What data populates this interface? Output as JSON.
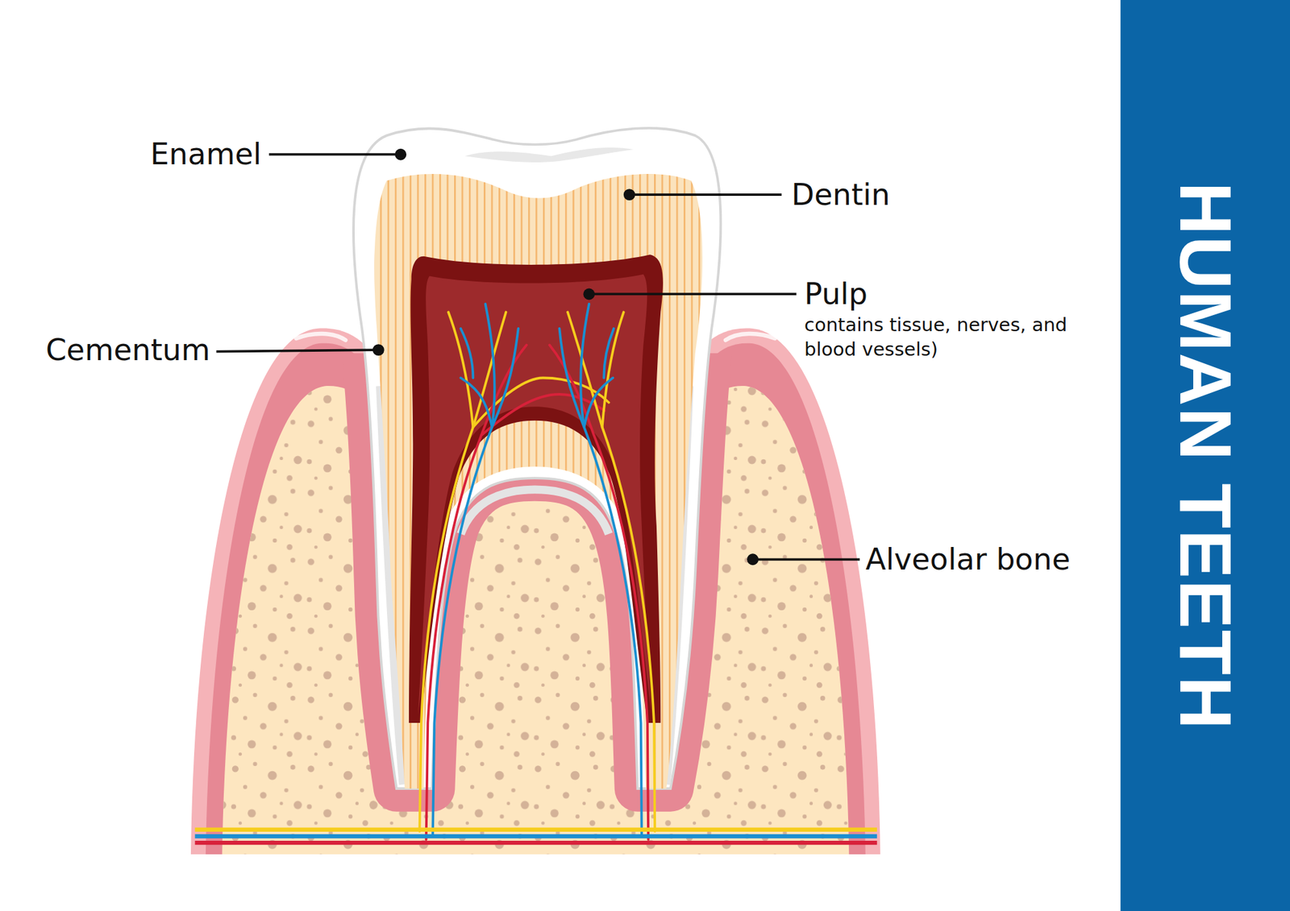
{
  "diagram": {
    "title": "HUMAN TEETH",
    "labels": [
      "Enamel",
      "Dentin",
      "Pulp",
      "contains tissue, nerves, and blood vessels)",
      "Cementum",
      "Alveolar bone"
    ]
  }
}
